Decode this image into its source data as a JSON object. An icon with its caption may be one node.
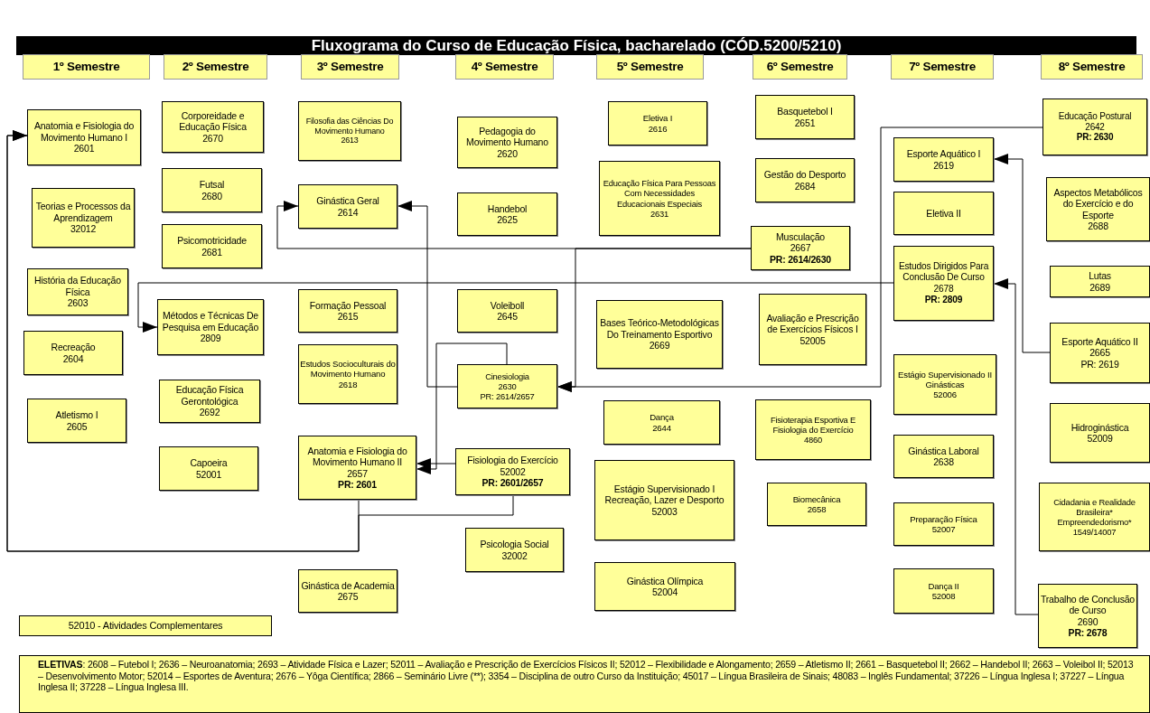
{
  "diagram": {
    "title": "Fluxograma do Curso de Educação Física, bacharelado (CÓD.5200/5210)",
    "nodes": [
      {
        "text": [
          "1º Semestre"
        ]
      },
      {
        "text": [
          "2º Semestre"
        ]
      },
      {
        "text": [
          "3º Semestre"
        ]
      },
      {
        "text": [
          "4º Semestre"
        ]
      },
      {
        "text": [
          "5º Semestre"
        ]
      },
      {
        "text": [
          "6º Semestre"
        ]
      },
      {
        "text": [
          "7º Semestre"
        ]
      },
      {
        "text": [
          "8º Semestre"
        ]
      },
      {
        "text": [
          "Anatomia e Fisiologia do Movimento Humano I",
          "2601"
        ]
      },
      {
        "text": [
          "Teorias e Processos da Aprendizagem",
          "32012"
        ]
      },
      {
        "text": [
          "História da Educação Física",
          "2603"
        ]
      },
      {
        "text": [
          "Recreação",
          "2604"
        ]
      },
      {
        "text": [
          "Atletismo I",
          "2605"
        ]
      },
      {
        "text": [
          "Corporeidade e Educação Física",
          "2670"
        ]
      },
      {
        "text": [
          "Futsal",
          "2680"
        ]
      },
      {
        "text": [
          "Psicomotricidade",
          "2681"
        ]
      },
      {
        "text": [
          "Métodos e Técnicas De Pesquisa em Educação",
          "2809"
        ]
      },
      {
        "text": [
          "Educação Física Gerontológica",
          "2692"
        ]
      },
      {
        "text": [
          "Capoeira",
          "52001"
        ]
      },
      {
        "text": [
          "Filosofia das Ciências Do Movimento Humano",
          "2613"
        ]
      },
      {
        "text": [
          "Ginástica Geral",
          "2614"
        ]
      },
      {
        "text": [
          "Formação Pessoal",
          "2615"
        ]
      },
      {
        "text": [
          "Estudos Socioculturais do Movimento Humano",
          "2618"
        ]
      },
      {
        "text": [
          "Anatomia e Fisiologia do Movimento Humano II",
          "2657",
          "PR: 2601"
        ]
      },
      {
        "text": [
          "Ginástica de Academia",
          "2675"
        ]
      },
      {
        "text": [
          "Pedagogia do Movimento Humano",
          "2620"
        ]
      },
      {
        "text": [
          "Handebol",
          "2625"
        ]
      },
      {
        "text": [
          "Voleiboll",
          "2645"
        ]
      },
      {
        "text": [
          "Cinesiologia",
          "2630",
          "PR: 2614/2657"
        ]
      },
      {
        "text": [
          "Fisiologia do Exercício",
          "52002",
          "PR: 2601/2657"
        ]
      },
      {
        "text": [
          "Psicologia Social",
          "32002"
        ]
      },
      {
        "text": [
          "Eletiva I",
          "2616"
        ]
      },
      {
        "text": [
          "Educação Física Para Pessoas Com Necessidades Educacionais Especiais",
          "2631"
        ]
      },
      {
        "text": [
          "Bases Teórico-Metodológicas Do Treinamento Esportivo",
          "2669"
        ]
      },
      {
        "text": [
          "Dança",
          "2644"
        ]
      },
      {
        "text": [
          "Estágio Supervisionado I Recreação, Lazer e Desporto",
          "52003"
        ]
      },
      {
        "text": [
          "Ginástica Olímpica",
          "52004"
        ]
      },
      {
        "text": [
          "Basquetebol I",
          "2651"
        ]
      },
      {
        "text": [
          "Gestão do Desporto",
          "2684"
        ]
      },
      {
        "text": [
          "Musculação",
          "2667",
          "PR: 2614/2630"
        ]
      },
      {
        "text": [
          "Avaliação e Prescrição de Exercícios Físicos I",
          "52005"
        ]
      },
      {
        "text": [
          "Fisioterapia Esportiva E Fisiologia do Exercício",
          "4860"
        ]
      },
      {
        "text": [
          "Biomecânica",
          "2658"
        ]
      },
      {
        "text": [
          "Esporte Aquático I",
          "2619"
        ]
      },
      {
        "text": [
          "Eletiva II"
        ]
      },
      {
        "text": [
          "Estudos Dirigidos Para Conclusão De Curso",
          "2678",
          "PR: 2809"
        ]
      },
      {
        "text": [
          "Estágio Supervisionado II Ginásticas",
          "52006"
        ]
      },
      {
        "text": [
          "Ginástica Laboral",
          "2638"
        ]
      },
      {
        "text": [
          "Preparação Física",
          "52007"
        ]
      },
      {
        "text": [
          "Dança II",
          "52008"
        ]
      },
      {
        "text": [
          "Educação Postural",
          "2642",
          "PR: 2630"
        ]
      },
      {
        "text": [
          "Aspectos Metabólicos do Exercício e do Esporte",
          "2688"
        ]
      },
      {
        "text": [
          "Lutas",
          "2689"
        ]
      },
      {
        "text": [
          "Esporte Aquático II",
          "2665",
          "PR: 2619"
        ]
      },
      {
        "text": [
          "Hidroginástica",
          "52009"
        ]
      },
      {
        "text": [
          "Cidadania e Realidade Brasileira* Empreendedorismo*",
          "1549/14007"
        ]
      },
      {
        "text": [
          "Trabalho de Conclusão de Curso",
          "2690",
          "PR: 2678"
        ]
      },
      {
        "text": [
          "52010 - Atividades Complementares"
        ]
      },
      {
        "text": [
          "**ELETIVAS**: 2608 – Futebol I; 2636 – Neuroanatomia; 2693 – Atividade Física e Lazer; 52011 – Avaliação e Prescrição de Exercícios Físicos II; 52012 – Flexibilidade e Alongamento; 2659 – Atletismo II; 2661 – Basquetebol II; 2662 – Handebol II; 2663 – Voleibol II; 52013 – Desenvolvimento Motor; 52014 – Esportes de Aventura; 2676 – Yôga Científica; 2866 – Seminário Livre (**); 3354 – Disciplina de outro Curso da Instituição; 45017 – Língua Brasileira de Sinais; 48083 – Inglês Fundamental; 37226 – Língua Inglesa I; 37227 – Língua Inglesa II; 37228 – Língua Inglesa III."
        ]
      }
    ],
    "edges": [
      {
        "from": 23,
        "to": 8,
        "arrow": "to"
      },
      {
        "from": 29,
        "to": 8,
        "arrow": "to"
      },
      {
        "from": 29,
        "to": 23,
        "arrow": "to"
      },
      {
        "from": 28,
        "to": 23,
        "arrow": "to"
      },
      {
        "from": 28,
        "to": 20,
        "arrow": "to"
      },
      {
        "from": 39,
        "to": 20,
        "arrow": "to"
      },
      {
        "from": 39,
        "to": 28,
        "arrow": "to"
      },
      {
        "from": 50,
        "to": 28,
        "arrow": "to"
      },
      {
        "from": 45,
        "to": 16,
        "arrow": "to"
      },
      {
        "from": 53,
        "to": 43,
        "arrow": "to"
      },
      {
        "from": 56,
        "to": 45,
        "arrow": "to"
      }
    ]
  }
}
